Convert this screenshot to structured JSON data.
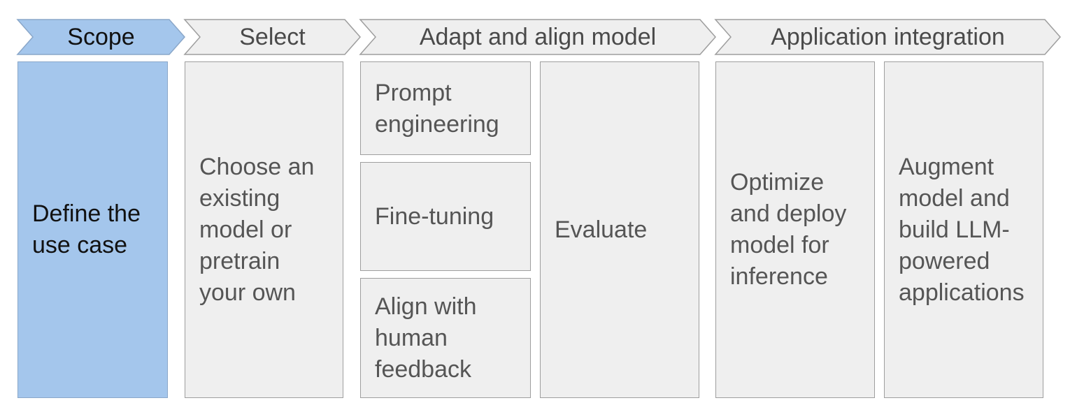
{
  "stages": [
    {
      "label": "Scope",
      "active": true
    },
    {
      "label": "Select",
      "active": false
    },
    {
      "label": "Adapt and align model",
      "active": false
    },
    {
      "label": "Application integration",
      "active": false
    }
  ],
  "tasks": {
    "define_use_case": "Define the\nuse case",
    "choose_model": "Choose an\nexisting\nmodel or\npretrain\nyour own",
    "prompt_engineering": "Prompt\nengineering",
    "fine_tuning": "Fine-tuning",
    "align_human_feedback": "Align with\nhuman\nfeedback",
    "evaluate": "Evaluate",
    "optimize_deploy": "Optimize\nand deploy\nmodel for\ninference",
    "augment_build": "Augment\nmodel and\nbuild LLM-\npowered\napplications"
  },
  "colors": {
    "active_fill": "#a4c6ec",
    "inactive_fill": "#efefef",
    "border": "#9e9e9e"
  }
}
